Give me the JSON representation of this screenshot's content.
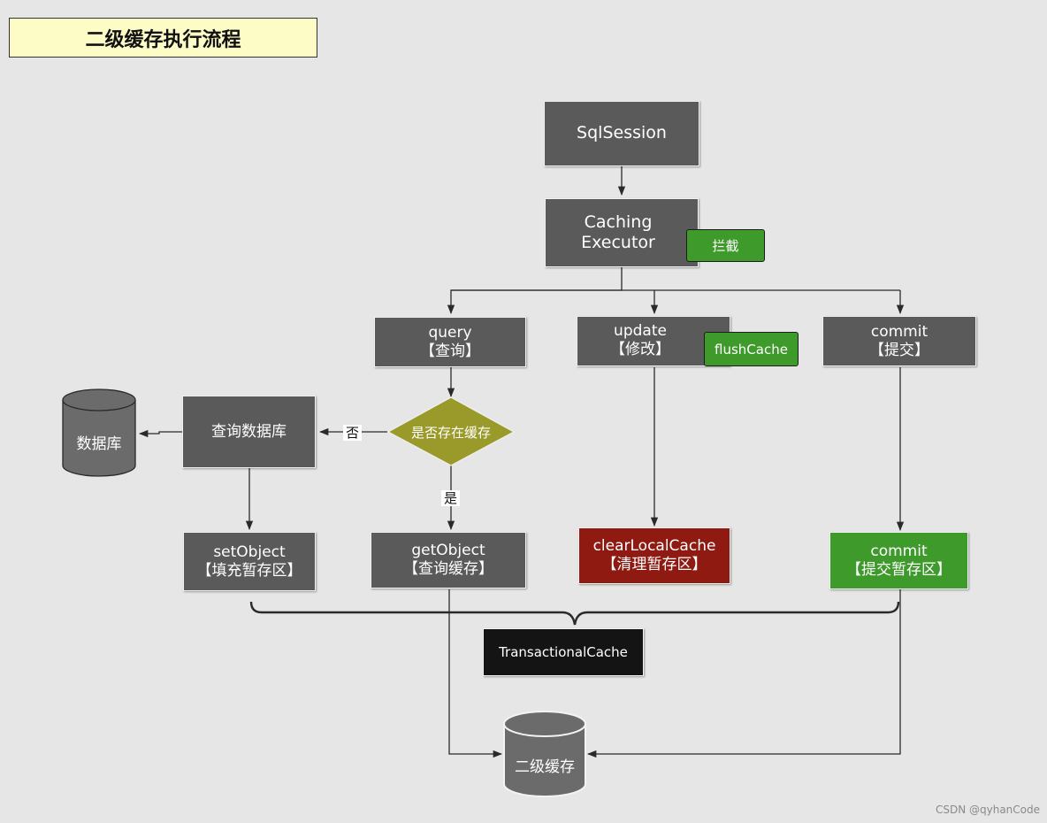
{
  "title": "二级缓存执行流程",
  "nodes": {
    "sqlsession": "SqlSession",
    "caching_executor": [
      "Caching",
      "Executor"
    ],
    "intercept_tag": "拦截",
    "query": [
      "query",
      "【查询】"
    ],
    "update": [
      "update",
      "【修改】"
    ],
    "flush_tag": "flushCache",
    "commit": [
      "commit",
      "【提交】"
    ],
    "decision": "是否存在缓存",
    "query_db": "查询数据库",
    "database": "数据库",
    "set_object": [
      "setObject",
      "【填充暂存区】"
    ],
    "get_object": [
      "getObject",
      "【查询缓存】"
    ],
    "clear_local_cache": [
      "clearLocalCache",
      "【清理暂存区】"
    ],
    "commit_staging": [
      "commit",
      "【提交暂存区】"
    ],
    "transactional_cache": "TransactionalCache",
    "second_level_cache": "二级缓存"
  },
  "edge_labels": {
    "no": "否",
    "yes": "是"
  },
  "watermark": "CSDN @qyhanCode",
  "colors": {
    "node": "#5a5a5a",
    "tag_green": "#3f9a2c",
    "decision": "#9a9a2a",
    "clear_red": "#8e1a12",
    "commit_green": "#3f9a2c",
    "transactional": "#141414",
    "title_bg": "#fdfbc6"
  }
}
